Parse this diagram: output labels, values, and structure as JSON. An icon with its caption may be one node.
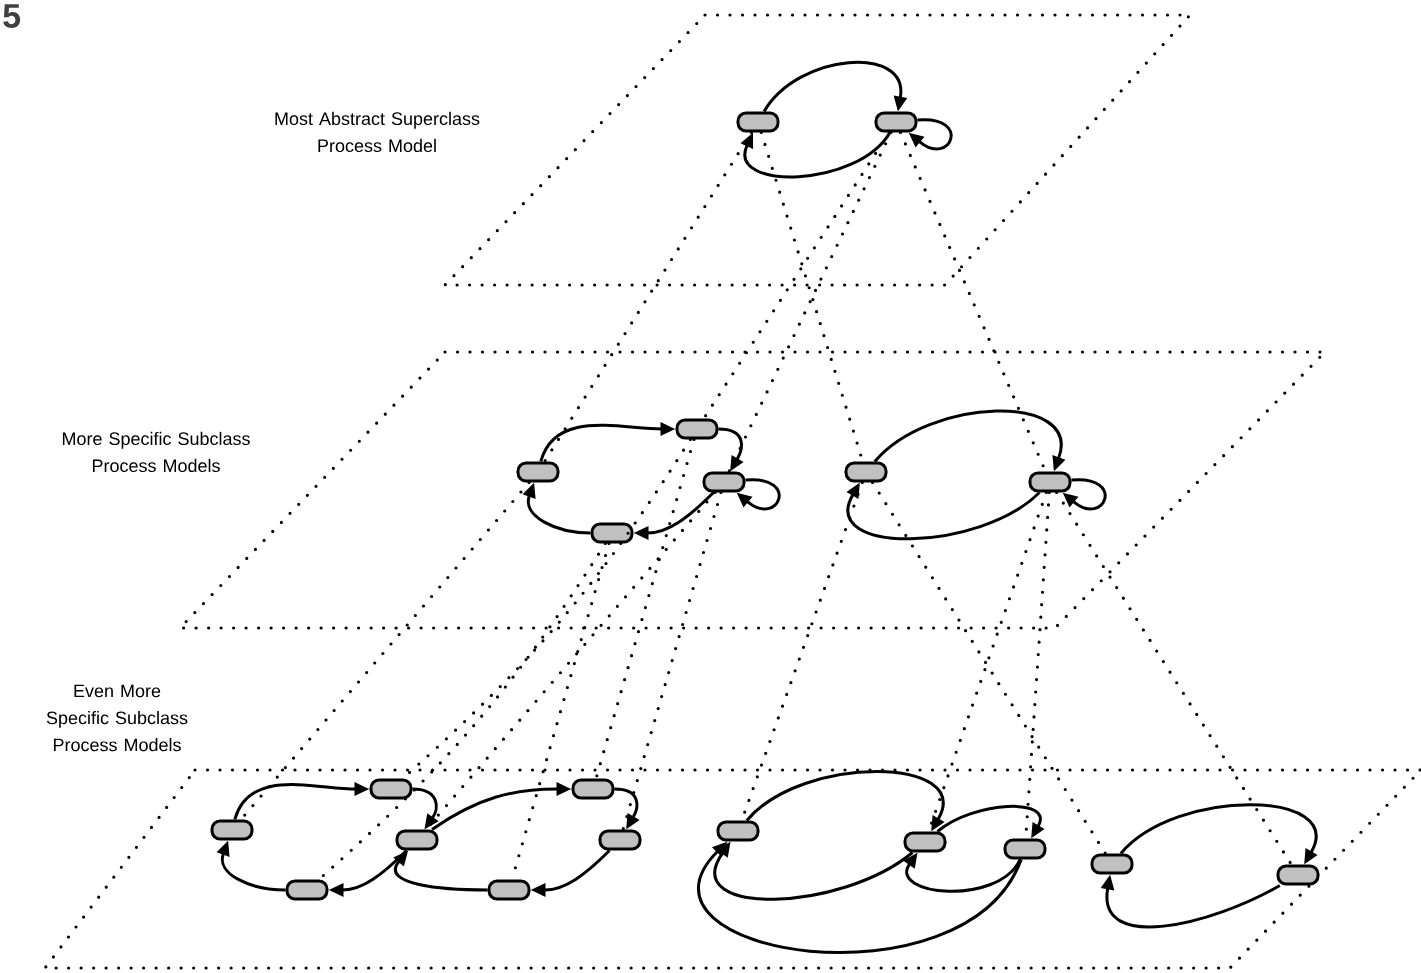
{
  "diagram": {
    "nodes": [
      {
        "text": [
          "Most Abstract Superclass Process Model"
        ]
      },
      {
        "text": [],
        "shape": "box",
        "in": 0
      },
      {
        "text": [],
        "shape": "box",
        "in": 0
      },
      {
        "text": [
          "More Specific Subclass Process Models"
        ]
      },
      {
        "text": [],
        "shape": "box",
        "in": 3
      },
      {
        "text": [],
        "shape": "box",
        "in": 3
      },
      {
        "text": [],
        "shape": "box",
        "in": 3
      },
      {
        "text": [],
        "shape": "box",
        "in": 3
      },
      {
        "text": [],
        "shape": "box",
        "in": 3
      },
      {
        "text": [],
        "shape": "box",
        "in": 3
      },
      {
        "text": [
          "Even More Specific Subclass Process Models"
        ]
      },
      {
        "text": [],
        "shape": "box",
        "in": 10
      },
      {
        "text": [],
        "shape": "box",
        "in": 10
      },
      {
        "text": [],
        "shape": "box",
        "in": 10
      },
      {
        "text": [],
        "shape": "box",
        "in": 10
      },
      {
        "text": [],
        "shape": "box",
        "in": 10
      },
      {
        "text": [],
        "shape": "box",
        "in": 10
      },
      {
        "text": [],
        "shape": "box",
        "in": 10
      },
      {
        "text": [],
        "shape": "box",
        "in": 10
      },
      {
        "text": [],
        "shape": "box",
        "in": 10
      },
      {
        "text": [],
        "shape": "box",
        "in": 10
      },
      {
        "text": [],
        "shape": "box",
        "in": 10
      },
      {
        "text": [],
        "shape": "box",
        "in": 10
      }
    ],
    "edges": [
      {
        "from": 1,
        "to": 2,
        "arrow": "to"
      },
      {
        "from": 2,
        "to": 2,
        "arrow": "to"
      },
      {
        "from": 2,
        "to": 1,
        "arrow": "to"
      },
      {
        "from": 4,
        "to": 5,
        "arrow": "to"
      },
      {
        "from": 5,
        "to": 6,
        "arrow": "to"
      },
      {
        "from": 6,
        "to": 6,
        "arrow": "to"
      },
      {
        "from": 6,
        "to": 7,
        "arrow": "to"
      },
      {
        "from": 7,
        "to": 4,
        "arrow": "to"
      },
      {
        "from": 8,
        "to": 9,
        "arrow": "to"
      },
      {
        "from": 9,
        "to": 9,
        "arrow": "to"
      },
      {
        "from": 9,
        "to": 8,
        "arrow": "to"
      },
      {
        "from": 11,
        "to": 12,
        "arrow": "to"
      },
      {
        "from": 12,
        "to": 13,
        "arrow": "to"
      },
      {
        "from": 13,
        "to": 14,
        "arrow": "to"
      },
      {
        "from": 14,
        "to": 11,
        "arrow": "to"
      },
      {
        "from": 13,
        "to": 15,
        "arrow": "to"
      },
      {
        "from": 15,
        "to": 16,
        "arrow": "to"
      },
      {
        "from": 16,
        "to": 17,
        "arrow": "to"
      },
      {
        "from": 17,
        "to": 13,
        "arrow": "to"
      },
      {
        "from": 18,
        "to": 19,
        "arrow": "to"
      },
      {
        "from": 19,
        "to": 20,
        "arrow": "to"
      },
      {
        "from": 19,
        "to": 18,
        "arrow": "to"
      },
      {
        "from": 20,
        "to": 19,
        "arrow": "to"
      },
      {
        "from": 20,
        "to": 18,
        "arrow": "to"
      },
      {
        "from": 21,
        "to": 22,
        "arrow": "to"
      },
      {
        "from": 22,
        "to": 21,
        "arrow": "to"
      },
      {
        "from": 1,
        "to": 4,
        "arrow": "none",
        "style": "dashed"
      },
      {
        "from": 1,
        "to": 8,
        "arrow": "none",
        "style": "dashed"
      },
      {
        "from": 2,
        "to": 5,
        "arrow": "none",
        "style": "dashed"
      },
      {
        "from": 2,
        "to": 6,
        "arrow": "none",
        "style": "dashed"
      },
      {
        "from": 2,
        "to": 9,
        "arrow": "none",
        "style": "dashed"
      },
      {
        "from": 4,
        "to": 11,
        "arrow": "none",
        "style": "dashed"
      },
      {
        "from": 5,
        "to": 12,
        "arrow": "none",
        "style": "dashed"
      },
      {
        "from": 6,
        "to": 13,
        "arrow": "none",
        "style": "dashed"
      },
      {
        "from": 7,
        "to": 14,
        "arrow": "none",
        "style": "dashed"
      },
      {
        "from": 5,
        "to": 15,
        "arrow": "none",
        "style": "dashed"
      },
      {
        "from": 6,
        "to": 16,
        "arrow": "none",
        "style": "dashed"
      },
      {
        "from": 7,
        "to": 17,
        "arrow": "none",
        "style": "dashed"
      },
      {
        "from": 8,
        "to": 18,
        "arrow": "none",
        "style": "dashed"
      },
      {
        "from": 9,
        "to": 19,
        "arrow": "none",
        "style": "dashed"
      },
      {
        "from": 9,
        "to": 20,
        "arrow": "none",
        "style": "dashed"
      },
      {
        "from": 8,
        "to": 21,
        "arrow": "none",
        "style": "dashed"
      },
      {
        "from": 9,
        "to": 22,
        "arrow": "none",
        "style": "dashed"
      }
    ],
    "labels": [
      "5"
    ]
  }
}
